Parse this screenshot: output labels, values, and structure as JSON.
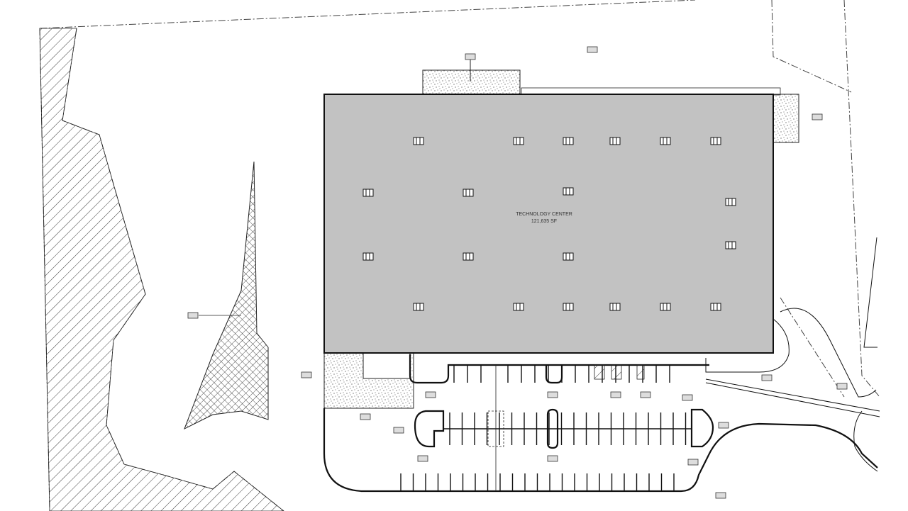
{
  "building": {
    "name": "TECHNOLOGY CENTER",
    "area": "121,635 SF",
    "fill_color": "#c2c2c2"
  },
  "colors": {
    "line": "#111111",
    "dash": "#444444",
    "background": "#ffffff"
  },
  "icons": [
    "skylight-icon",
    "keynote-tag-icon",
    "hatch-pattern",
    "crosshatch-pattern",
    "stipple-pattern"
  ]
}
